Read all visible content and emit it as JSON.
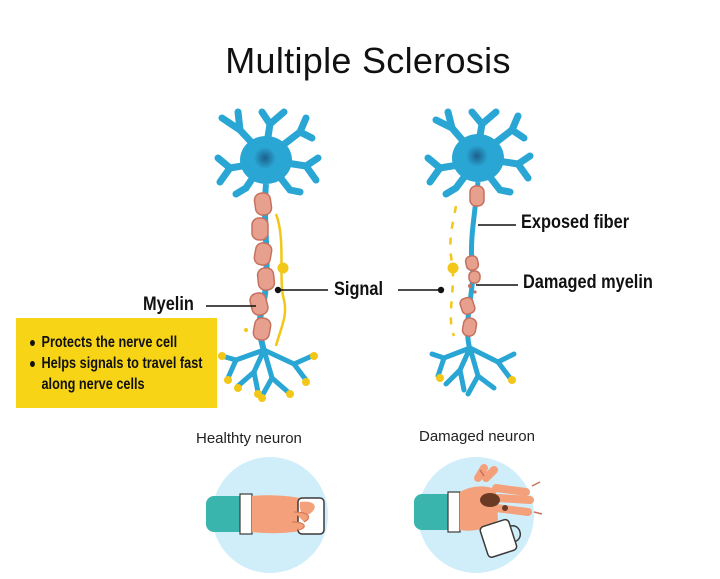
{
  "title": "Multiple Sclerosis",
  "labels": {
    "myelin": "Myelin",
    "signal": "Signal",
    "exposed_fiber": "Exposed fiber",
    "damaged_myelin": "Damaged myelin"
  },
  "myelin_benefits": [
    "Protects the nerve cell",
    "Helps signals to travel fast along nerve cells"
  ],
  "captions": {
    "healthy": "Healthty neuron",
    "damaged": "Damaged neuron"
  },
  "colors": {
    "neuron_blue": "#2aa6d4",
    "nucleus": "#1f6f9e",
    "myelin_pink": "#e8a08e",
    "signal_yellow": "#f2c718",
    "highlight_box": "#f7d516",
    "circle_bg": "#cfeefa"
  },
  "icons": {
    "healthy_hand": "hand-holding-mug-icon",
    "damaged_hand": "hand-dropping-mug-icon"
  }
}
